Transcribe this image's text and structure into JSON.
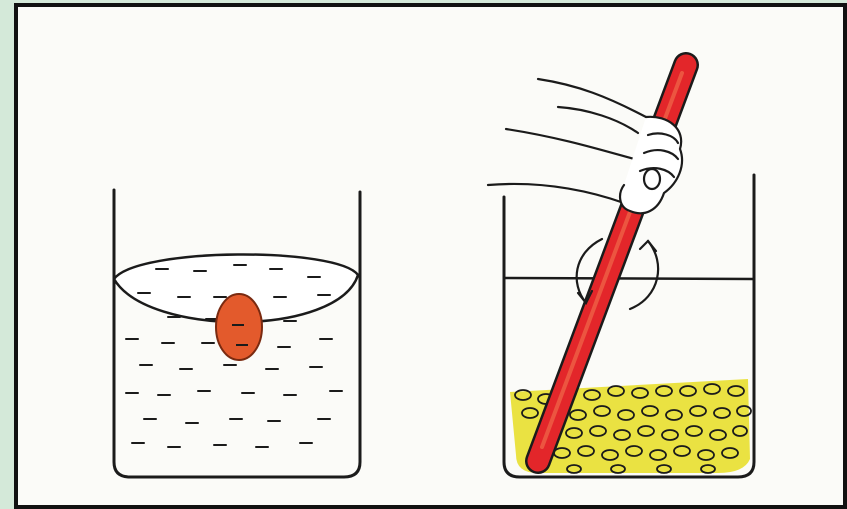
{
  "page": {
    "background_color": "#d4e9d9",
    "frame_color": "#111111",
    "paper_color": "#fbfbf8"
  },
  "scene": {
    "panels": [
      {
        "name": "left-beaker",
        "contents": [
          "water",
          "floating-seed"
        ],
        "colors": {
          "seed": "#e35a2c",
          "ink": "#1b1b1b"
        }
      },
      {
        "name": "right-beaker",
        "contents": [
          "water",
          "seeds",
          "stirring-rod",
          "hand"
        ],
        "colors": {
          "rod": "#e3262a",
          "seeds": "#e8df2e",
          "ink": "#1b1b1b"
        },
        "icons": [
          "curved-arrow-left",
          "curved-arrow-right"
        ]
      }
    ]
  }
}
